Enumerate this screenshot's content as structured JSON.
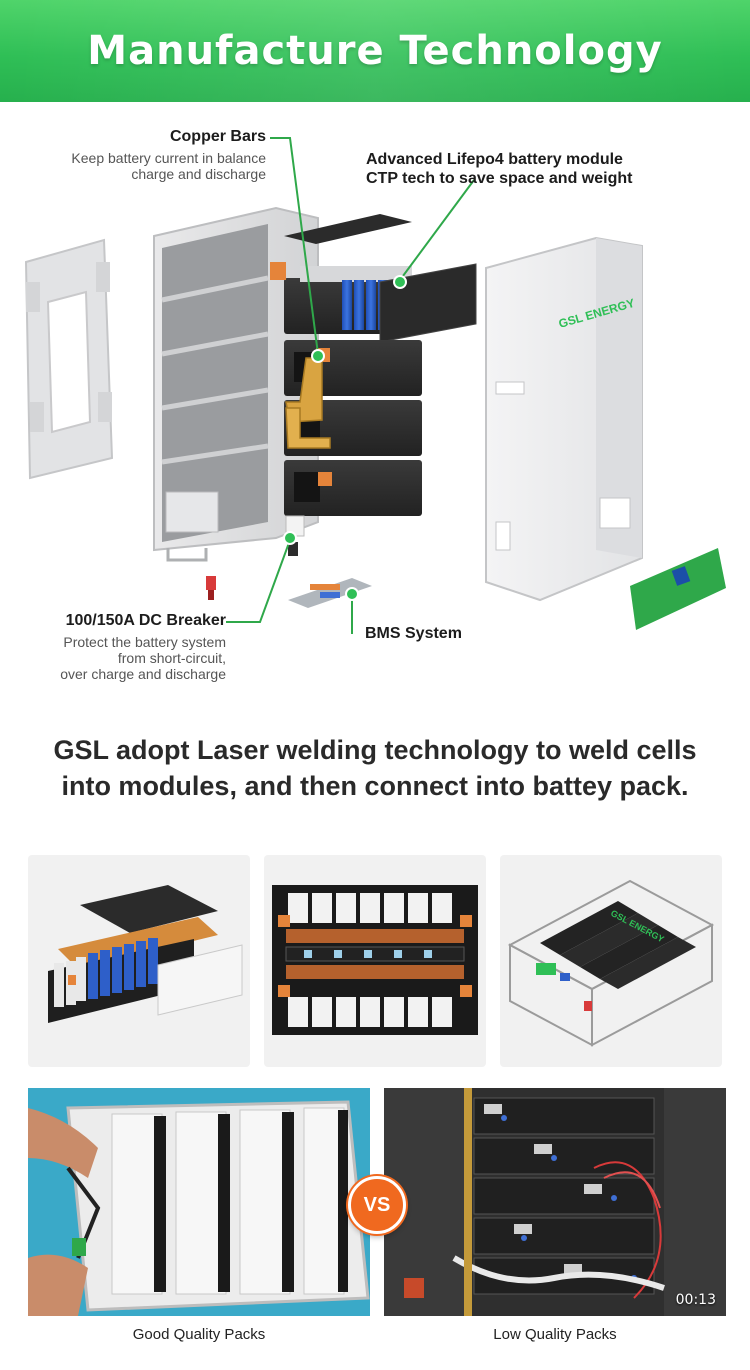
{
  "header": {
    "title": "Manufacture Technology"
  },
  "diagram": {
    "brand_label": "GSL ENERGY",
    "callouts": {
      "copper_bars": {
        "title": "Copper Bars",
        "desc_line1": "Keep battery current in balance",
        "desc_line2": "charge and discharge"
      },
      "lifepo4": {
        "title_line1": "Advanced Lifepo4 battery module",
        "title_line2": "CTP tech to save space and weight"
      },
      "breaker": {
        "title": "100/150A DC Breaker",
        "desc_line1": "Protect the battery system",
        "desc_line2": "from short-circuit,",
        "desc_line3": "over charge and discharge"
      },
      "bms": {
        "title": "BMS System"
      }
    },
    "colors": {
      "accent": "#2fbf56",
      "leader_line": "#2fa84a",
      "copper": "#d9a441",
      "module": "#2d2d2d",
      "cell_blue": "#2e5fc9"
    }
  },
  "statement": {
    "line1": "GSL adopt Laser welding technology to weld cells",
    "line2": "into modules, and then connect into battey pack."
  },
  "gallery": {
    "cards": [
      {
        "name": "module-exploded-view"
      },
      {
        "name": "welded-cell-module"
      },
      {
        "name": "pack-assembly",
        "label": "GSL ENERGY"
      }
    ]
  },
  "comparison": {
    "vs_label": "VS",
    "good": {
      "caption": "Good Quality Packs"
    },
    "low": {
      "caption": "Low Quality Packs",
      "timestamp": "00:13"
    }
  }
}
